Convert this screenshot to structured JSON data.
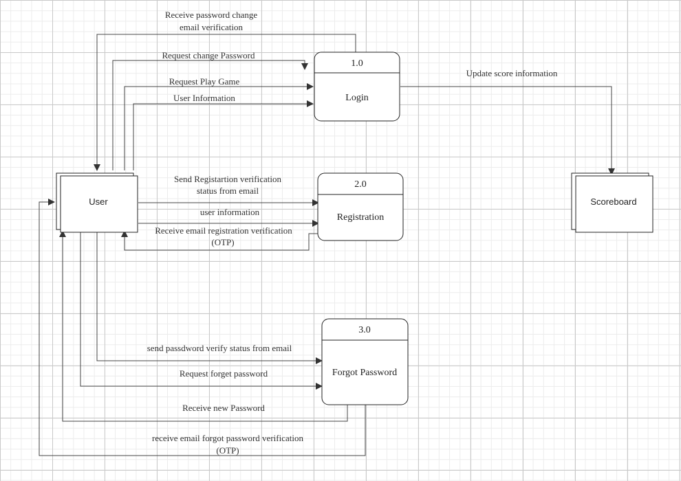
{
  "entities": {
    "user": "User",
    "scoreboard": "Scoreboard"
  },
  "processes": {
    "login": {
      "id": "1.0",
      "name": "Login"
    },
    "registration": {
      "id": "2.0",
      "name": "Registration"
    },
    "forgot": {
      "id": "3.0",
      "name": "Forgot Password"
    }
  },
  "flows": {
    "receive_pw_change_1": "Receive password change",
    "receive_pw_change_2": "email verification",
    "request_change_pw": "Request change Password",
    "request_play": "Request Play Game",
    "user_info_login": "User Information",
    "update_score": "Update score information",
    "send_reg_status_1": "Send Registartion verification",
    "send_reg_status_2": "status  from email",
    "user_info_reg": "user information",
    "receive_reg_otp_1": "Receive email registration verification",
    "receive_reg_otp_2": "(OTP)",
    "send_pw_verify": "send passdword verify status from email",
    "request_forget": "Request forget password",
    "receive_new_pw": "Receive new Password",
    "receive_forgot_otp_1": "receive email forgot  password verification",
    "receive_forgot_otp_2": "(OTP)"
  }
}
